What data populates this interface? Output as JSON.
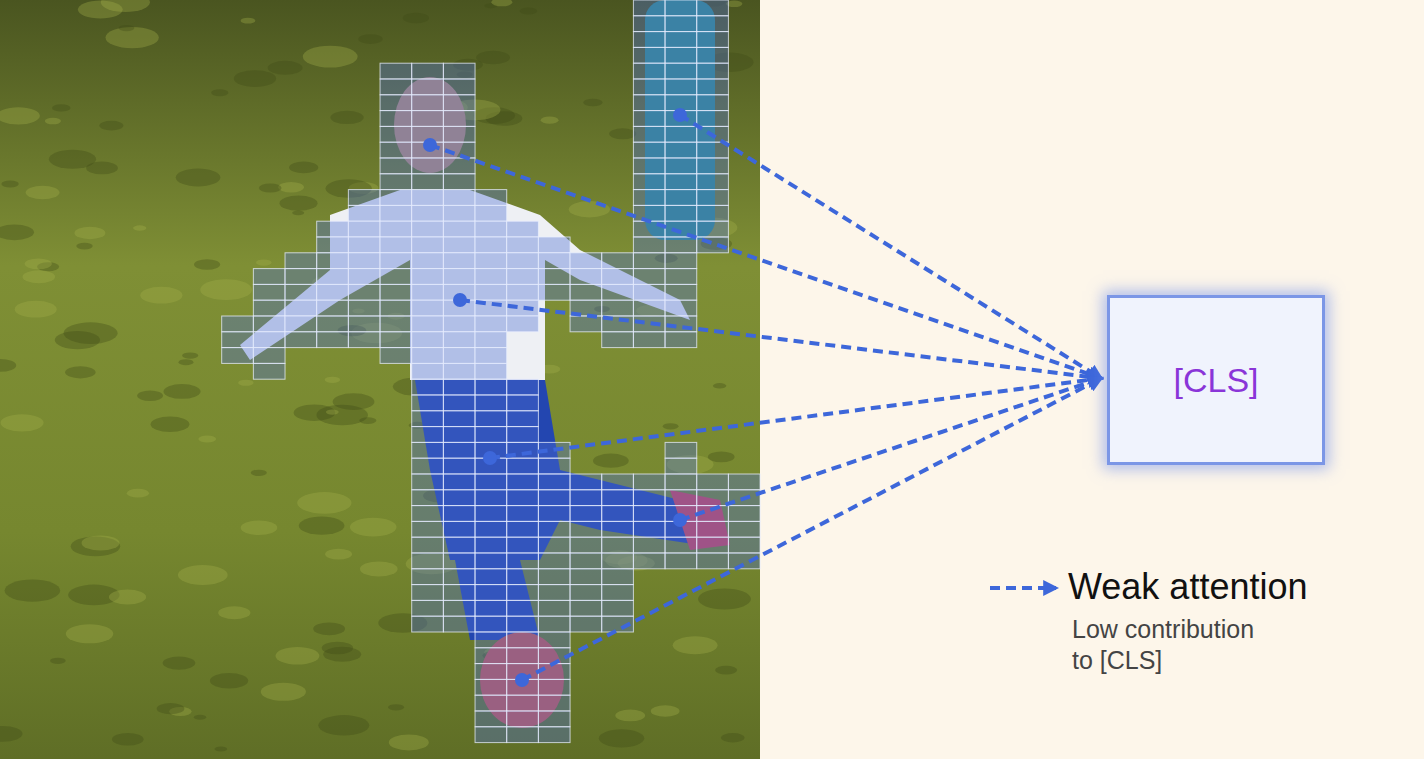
{
  "diagram": {
    "nodes": [
      {
        "text": [
          "[CLS]"
        ]
      }
    ],
    "labels": [
      "Low contribution to [CLS]"
    ],
    "legend": [
      {
        "text": "Weak attention"
      }
    ]
  }
}
